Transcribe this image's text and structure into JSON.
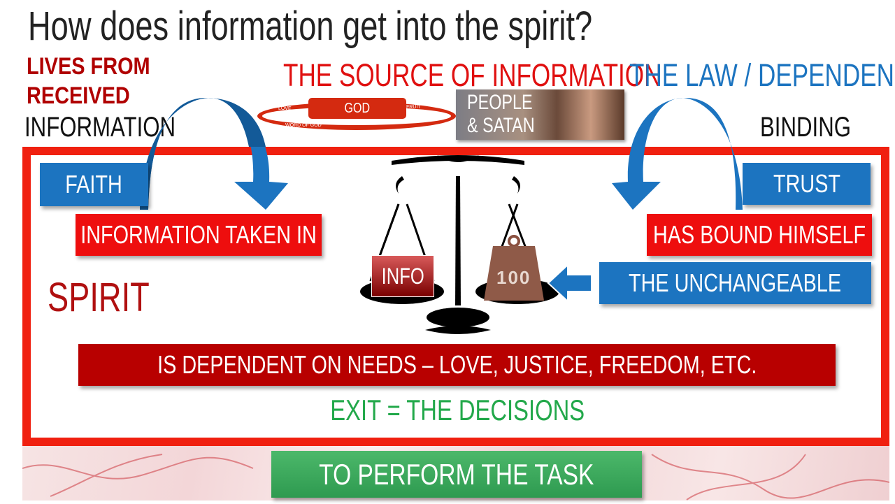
{
  "title": "How does information get into the spirit?",
  "left_header": {
    "line1": "LIVES FROM",
    "line2": "RECEIVED",
    "line3": "INFORMATION"
  },
  "source_heading": "THE SOURCE OF INFORMATION",
  "law_heading": "THE LAW / DEPENDENCE",
  "binding_label": "BINDING",
  "god_cycle": {
    "center": "GOD",
    "love": "LOVE",
    "fruit": "FRUIT",
    "word": "WORD OF GOD"
  },
  "people_image": {
    "line1": "PEOPLE",
    "line2": "& SATAN"
  },
  "faith": "FAITH",
  "info_taken_in": "INFORMATION TAKEN IN",
  "trust": "TRUST",
  "has_bound": "HAS BOUND HIMSELF",
  "unchangeable": "THE UNCHANGEABLE",
  "spirit": "SPIRIT",
  "scale": {
    "left_pan": "INFO",
    "right_weight": "100"
  },
  "needs_bar": "IS DEPENDENT ON NEEDS – LOVE, JUSTICE, FREEDOM, ETC.",
  "exit": "EXIT = THE DECISIONS",
  "task": "TO PERFORM THE TASK",
  "colors": {
    "red": "#ee0e0e",
    "dark_red": "#b00000",
    "blue": "#1c74c0",
    "green": "#22a84a"
  }
}
